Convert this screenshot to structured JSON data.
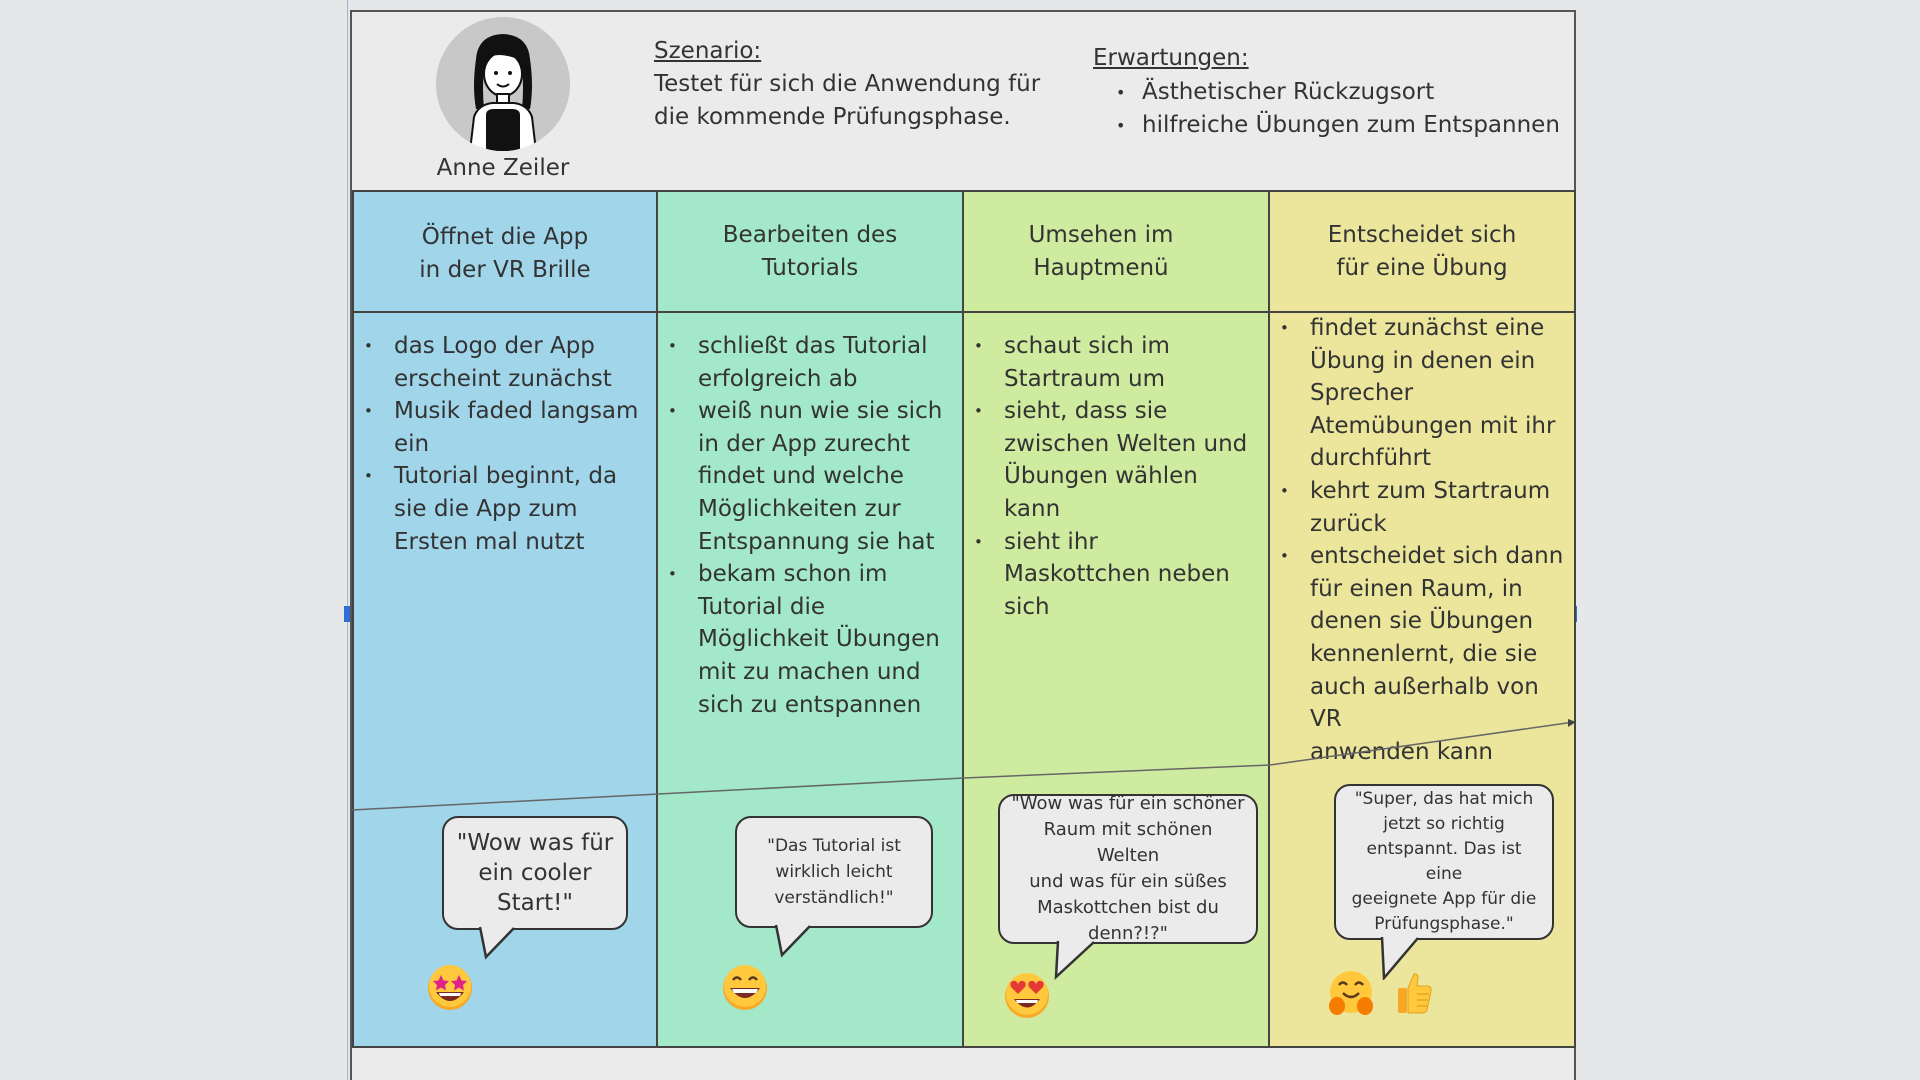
{
  "persona": {
    "name": "Anne Zeiler",
    "avatar_icon": "woman-avatar-icon"
  },
  "scenario": {
    "label": "Szenario:",
    "lines": [
      "Testet für sich die Anwendung für",
      "die kommende Prüfungsphase."
    ]
  },
  "expectations": {
    "label": "Erwartungen:",
    "items": [
      "Ästhetischer Rückzugsort",
      "hilfreiche Übungen zum Entspannen"
    ]
  },
  "columns": [
    {
      "color": "#a0d5ea",
      "title_lines": [
        "Öffnet die App",
        "in der VR Brille"
      ],
      "items": [
        [
          "das Logo der App",
          "erscheint zunächst"
        ],
        [
          "Musik faded langsam",
          "ein"
        ],
        [
          "Tutorial beginnt, da",
          "sie die App zum",
          "Ersten mal nutzt"
        ]
      ],
      "quote_lines": [
        "\"Wow was für",
        "ein cooler",
        "Start!\""
      ],
      "emoji": "star-struck-emoji-icon"
    },
    {
      "color": "#a3e8c8",
      "title_lines": [
        "Bearbeiten des",
        "Tutorials"
      ],
      "items": [
        [
          "schließt das Tutorial",
          "erfolgreich ab"
        ],
        [
          "weiß nun wie sie sich",
          "in der App zurecht",
          "findet und welche",
          "Möglichkeiten zur",
          "Entspannung sie hat"
        ],
        [
          "bekam schon im",
          "Tutorial die",
          "Möglichkeit Übungen",
          "mit zu machen und",
          "sich zu entspannen"
        ]
      ],
      "quote_lines": [
        "\"Das Tutorial ist",
        "wirklich leicht",
        "verständlich!\""
      ],
      "emoji": "grinning-face-emoji-icon"
    },
    {
      "color": "#cfeba0",
      "title_lines": [
        "Umsehen im",
        "Hauptmenü"
      ],
      "items": [
        [
          "schaut sich im",
          "Startraum um"
        ],
        [
          "sieht, dass sie",
          "zwischen Welten und",
          "Übungen wählen",
          "kann"
        ],
        [
          "sieht ihr",
          "Maskottchen neben",
          "sich"
        ]
      ],
      "quote_lines": [
        "\"Wow was für ein schöner",
        "Raum mit schönen Welten",
        "und was für ein süßes",
        "Maskottchen bist du",
        "denn?!?\""
      ],
      "emoji": "heart-eyes-emoji-icon"
    },
    {
      "color": "#ebe69c",
      "title_lines": [
        "Entscheidet sich",
        "für eine Übung"
      ],
      "items": [
        [
          "findet zunächst eine",
          "Übung in denen ein",
          "Sprecher",
          "Atemübungen mit ihr",
          "durchführt"
        ],
        [
          "kehrt zum Startraum",
          "zurück"
        ],
        [
          "entscheidet sich dann",
          "für einen Raum, in",
          "denen sie Übungen",
          "kennenlernt, die sie",
          "auch außerhalb von VR",
          "anwenden kann"
        ]
      ],
      "quote_lines": [
        "\"Super, das hat mich",
        "jetzt so richtig",
        "entspannt. Das ist eine",
        "geeignete App für die",
        "Prüfungsphase.\""
      ],
      "emoji": "hugging-face-emoji-icon",
      "emoji2": "thumbs-up-emoji-icon"
    }
  ]
}
